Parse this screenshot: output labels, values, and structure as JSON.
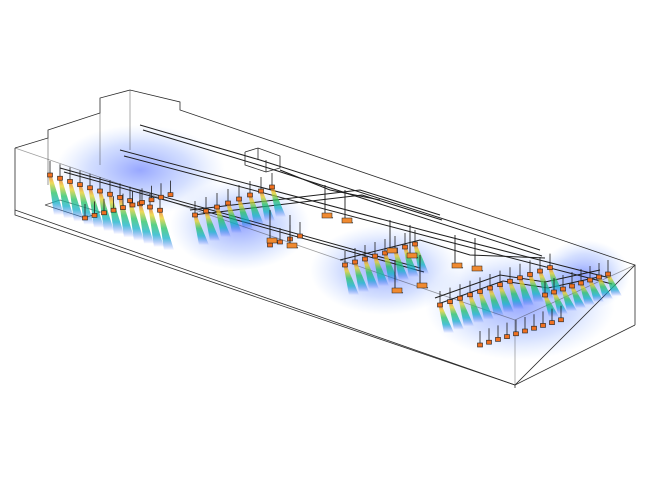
{
  "diagram": {
    "kind": "cfd-airflow-visualization",
    "text_labels": [],
    "colors": {
      "background": "#ffffff",
      "wireframe": "#2a2a2a",
      "duct": "#1e1e1e",
      "flow_low": "#1a3cff",
      "flow_mid": "#10b0c8",
      "flow_high": "#f06018"
    },
    "components": [
      "building-envelope",
      "supply-duct-network",
      "diffuser-groups",
      "airflow-plumes"
    ]
  }
}
